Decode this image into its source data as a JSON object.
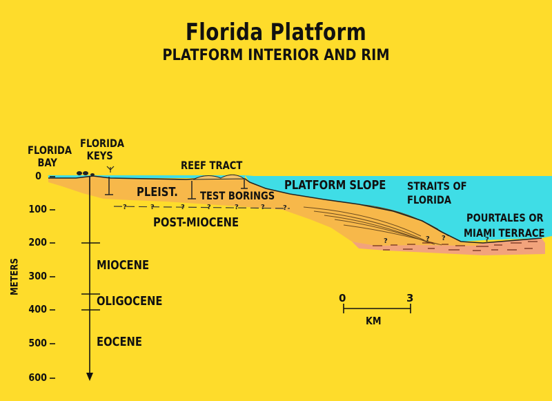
{
  "title": "Florida Platform",
  "subtitle": "PLATFORM INTERIOR AND RIM",
  "axis": {
    "label": "METERS",
    "ticks": [
      "0",
      "100",
      "200",
      "300",
      "400",
      "500",
      "600"
    ]
  },
  "labels": {
    "florida_bay": [
      "FLORIDA",
      "BAY"
    ],
    "florida_keys": [
      "FLORIDA",
      "KEYS"
    ],
    "reef_tract": "REEF TRACT",
    "platform_slope": "PLATFORM SLOPE",
    "straits": [
      "STRAITS OF",
      "FLORIDA"
    ],
    "pourtales": [
      "POURTALES OR",
      "MIAMI TERRACE"
    ],
    "pleist": "PLEIST.",
    "test_borings": "TEST BORINGS",
    "post_miocene": "POST-MIOCENE",
    "miocene": "MIOCENE",
    "oligocene": "OLIGOCENE",
    "eocene": "EOCENE"
  },
  "scale_bar": {
    "start": "0",
    "end": "3",
    "unit": "KM"
  },
  "colors": {
    "background": "#fedc2b",
    "water": "#3fdde6",
    "pleistocene": "#f7b84a",
    "slope_sediment": "#f1bf5b",
    "terrace_rock": "#f2a37c",
    "ink": "#111111"
  }
}
